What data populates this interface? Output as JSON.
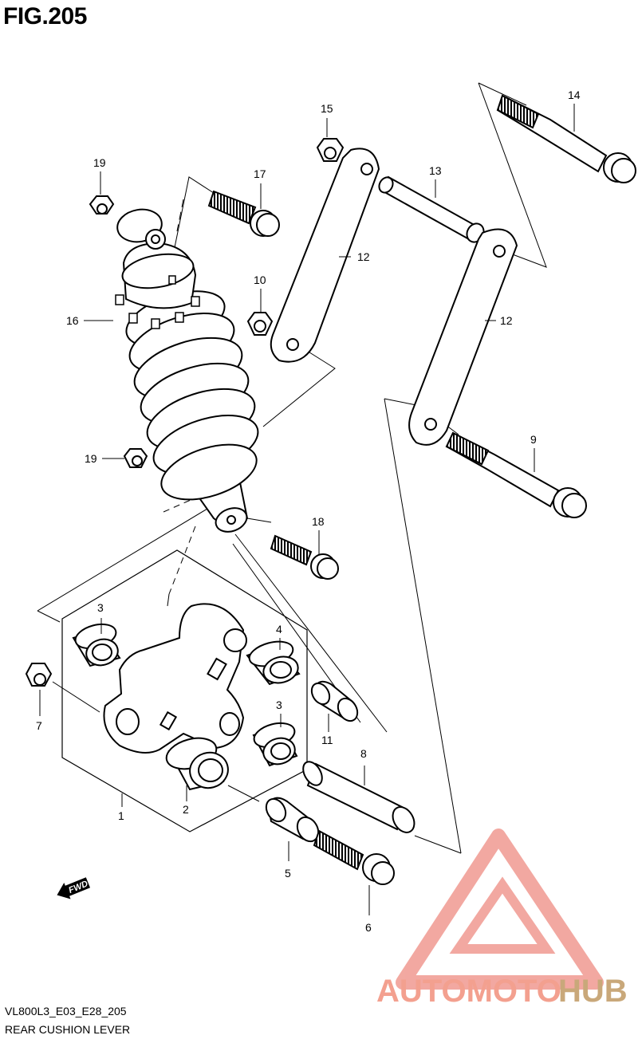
{
  "figure": {
    "title": "FIG.205",
    "model_code": "VL800L3_E03_E28_205",
    "name": "REAR CUSHION LEVER"
  },
  "callouts": [
    {
      "id": "1",
      "label": "1"
    },
    {
      "id": "2",
      "label": "2"
    },
    {
      "id": "3a",
      "label": "3"
    },
    {
      "id": "3b",
      "label": "3"
    },
    {
      "id": "3c",
      "label": "3"
    },
    {
      "id": "4",
      "label": "4"
    },
    {
      "id": "5",
      "label": "5"
    },
    {
      "id": "6",
      "label": "6"
    },
    {
      "id": "7",
      "label": "7"
    },
    {
      "id": "8",
      "label": "8"
    },
    {
      "id": "9",
      "label": "9"
    },
    {
      "id": "10",
      "label": "10"
    },
    {
      "id": "11",
      "label": "11"
    },
    {
      "id": "12a",
      "label": "12"
    },
    {
      "id": "12b",
      "label": "12"
    },
    {
      "id": "13",
      "label": "13"
    },
    {
      "id": "14",
      "label": "14"
    },
    {
      "id": "15",
      "label": "15"
    },
    {
      "id": "16",
      "label": "16"
    },
    {
      "id": "17",
      "label": "17"
    },
    {
      "id": "18",
      "label": "18"
    },
    {
      "id": "19a",
      "label": "19"
    },
    {
      "id": "19b",
      "label": "19"
    }
  ],
  "fwd_marker": "FWD",
  "watermark": {
    "part1": "AUTOMOTO",
    "part2": "HUB",
    "color1": "#f3a08f",
    "color2": "#c9a87a",
    "logo_color": "#f09a91"
  },
  "colors": {
    "line": "#000000",
    "background": "#ffffff"
  }
}
